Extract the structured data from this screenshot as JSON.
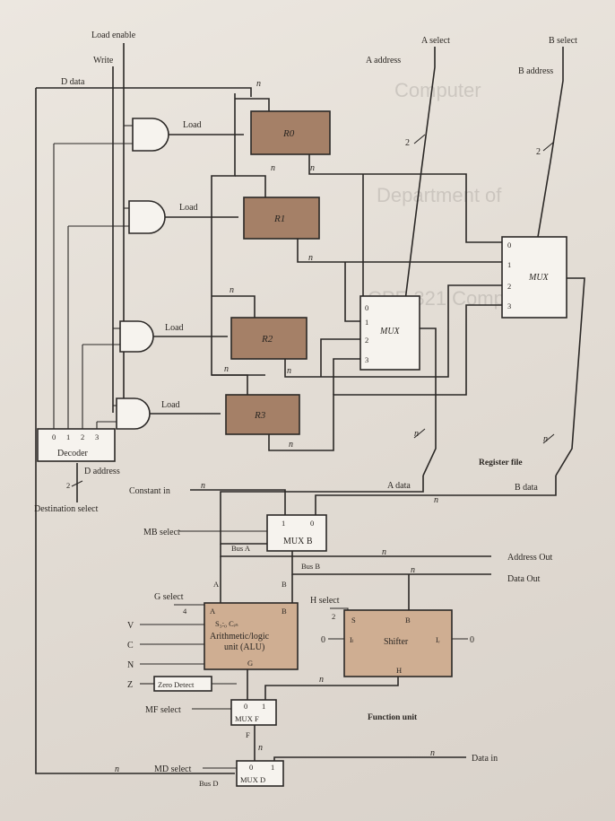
{
  "top_labels": {
    "load_enable": "Load enable",
    "write": "Write",
    "d_data": "D data",
    "a_select": "A select",
    "a_address": "A address",
    "b_select": "B select",
    "b_address": "B address"
  },
  "gate_labels": [
    "Load",
    "Load",
    "Load",
    "Load"
  ],
  "registers": [
    "R0",
    "R1",
    "R2",
    "R3"
  ],
  "decoder": {
    "title": "Decoder",
    "outputs": [
      "0",
      "1",
      "2",
      "3"
    ],
    "d_address": "D address",
    "dest_select": "Destination select"
  },
  "mux_a": {
    "title": "MUX",
    "inputs": [
      "0",
      "1",
      "2",
      "3"
    ]
  },
  "mux_b_top": {
    "title": "MUX",
    "inputs": [
      "0",
      "1",
      "2",
      "3"
    ]
  },
  "register_file": "Register file",
  "a_data": "A data",
  "b_data": "B data",
  "constant_in": "Constant in",
  "mb_select": "MB select",
  "mux_bus": {
    "title": "MUX B",
    "inputs": [
      "1",
      "0"
    ]
  },
  "bus_a": "Bus A",
  "bus_b": "Bus B",
  "address_out": "Address Out",
  "data_out": "Data Out",
  "alu": {
    "g_select": "G select",
    "a": "A",
    "b": "B",
    "select_in": "S₃:₀ Cᵢₙ",
    "line1": "Arithmetic/logic",
    "line2": "unit (ALU)",
    "g": "G"
  },
  "flags": [
    "V",
    "C",
    "N",
    "Z"
  ],
  "zero_detect": "Zero Detect",
  "shifter": {
    "h_select": "H select",
    "s": "S",
    "b": "B",
    "il": "Iₗ",
    "ir": "Iᵣ",
    "title": "Shifter",
    "h": "H",
    "zero_left": "0",
    "zero_right": "0"
  },
  "mf_select": "MF select",
  "mux_f": {
    "title": "MUX F",
    "inputs": [
      "0",
      "1"
    ],
    "out": "F"
  },
  "function_unit": "Function unit",
  "md_select": "MD select",
  "mux_d": {
    "title": "MUX D",
    "inputs": [
      "0",
      "1"
    ]
  },
  "bus_d": "Bus D",
  "data_in": "Data in",
  "widths": {
    "n": "n",
    "two": "2",
    "four": "4"
  },
  "background_text": [
    "Computer",
    "Department of",
    "CPE 321 Computer"
  ]
}
